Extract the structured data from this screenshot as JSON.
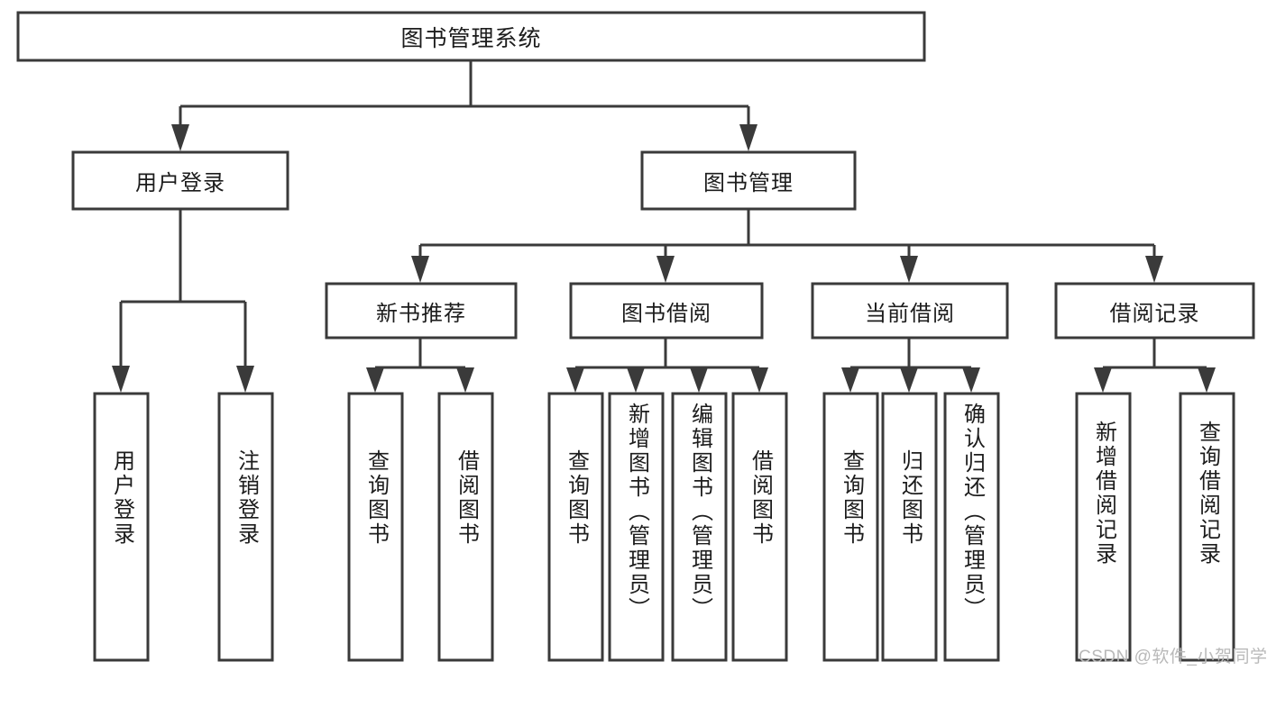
{
  "diagram": {
    "type": "tree-hierarchy",
    "title_node": {
      "id": "root",
      "label": "图书管理系统"
    },
    "level2": [
      {
        "id": "user-login",
        "label": "用户登录"
      },
      {
        "id": "book-manage",
        "label": "图书管理"
      }
    ],
    "level3": [
      {
        "id": "new-book-rec",
        "label": "新书推荐",
        "parent": "book-manage"
      },
      {
        "id": "book-borrow",
        "label": "图书借阅",
        "parent": "book-manage"
      },
      {
        "id": "current-borrow",
        "label": "当前借阅",
        "parent": "book-manage"
      },
      {
        "id": "borrow-record",
        "label": "借阅记录",
        "parent": "book-manage"
      }
    ],
    "leaves": {
      "user_login": [
        {
          "id": "leaf-user-login",
          "label": "用户登录"
        },
        {
          "id": "leaf-logout",
          "label": "注销登录"
        }
      ],
      "new_book_rec": [
        {
          "id": "leaf-query-book-1",
          "label": "查询图书"
        },
        {
          "id": "leaf-borrow-book-1",
          "label": "借阅图书"
        }
      ],
      "book_borrow": [
        {
          "id": "leaf-query-book-2",
          "label": "查询图书"
        },
        {
          "id": "leaf-add-book",
          "label": "新增图书（管理员）"
        },
        {
          "id": "leaf-edit-book",
          "label": "编辑图书（管理员）"
        },
        {
          "id": "leaf-borrow-book-2",
          "label": "借阅图书"
        }
      ],
      "current_borrow": [
        {
          "id": "leaf-query-book-3",
          "label": "查询图书"
        },
        {
          "id": "leaf-return-book",
          "label": "归还图书"
        },
        {
          "id": "leaf-confirm-return",
          "label": "确认归还（管理员）"
        }
      ],
      "borrow_record": [
        {
          "id": "leaf-add-record",
          "label": "新增借阅记录"
        },
        {
          "id": "leaf-query-record",
          "label": "查询借阅记录"
        }
      ]
    },
    "colors": {
      "stroke": "#3a3a3a",
      "fill": "#ffffff",
      "text": "#1c1c1c",
      "watermark": "#b9b9b9"
    }
  },
  "watermark": {
    "text": "CSDN @软件_小贺同学"
  }
}
